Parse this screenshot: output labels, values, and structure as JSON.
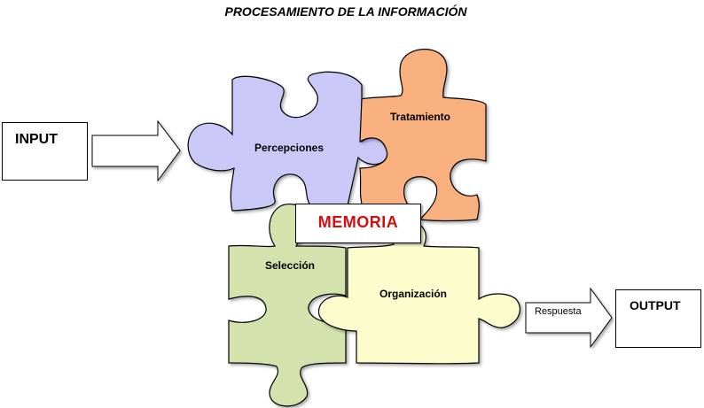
{
  "title": "PROCESAMIENTO DE LA INFORMACIÓN",
  "input_box": {
    "label": "INPUT"
  },
  "output_box": {
    "label": "OUTPUT"
  },
  "response_arrow": {
    "label": "Respuesta"
  },
  "memory": {
    "label": "MEMORIA",
    "color": "#d01010"
  },
  "pieces": {
    "perception": {
      "label": "Percepciones",
      "color": "#c9c8f7"
    },
    "treatment": {
      "label": "Tratamiento",
      "color": "#f8b07e"
    },
    "selection": {
      "label": "Selección",
      "color": "#d4e3ad"
    },
    "organization": {
      "label": "Organización",
      "color": "#fdfccd"
    }
  }
}
